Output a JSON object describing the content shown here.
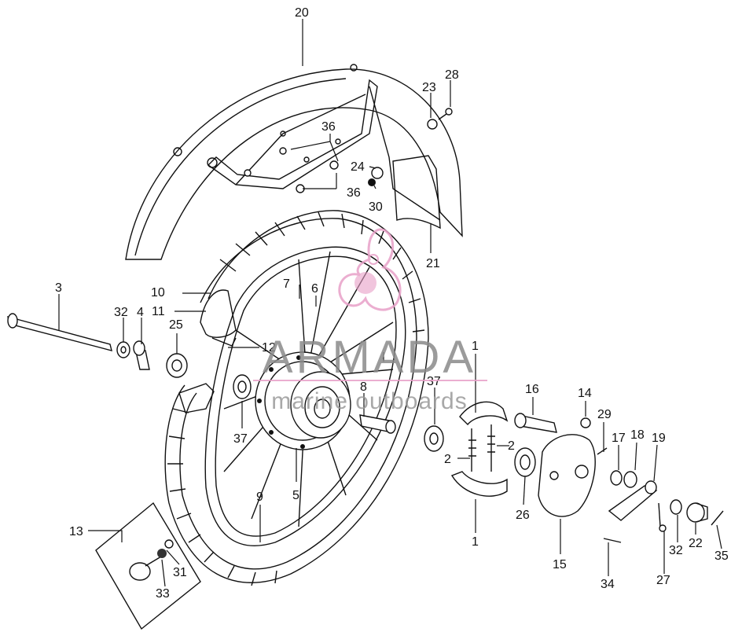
{
  "watermark": {
    "brand": "ARMADA",
    "tagline": "marine outboards",
    "brand_color": "#8a8a8a",
    "logo_color": "#e8a0c8"
  },
  "callouts": {
    "n1a": "1",
    "n1b": "1",
    "n2a": "2",
    "n2b": "2",
    "n3": "3",
    "n4": "4",
    "n5": "5",
    "n6": "6",
    "n7": "7",
    "n8": "8",
    "n9": "9",
    "n10": "10",
    "n11": "11",
    "n12": "12",
    "n13": "13",
    "n14": "14",
    "n15": "15",
    "n16": "16",
    "n17": "17",
    "n18": "18",
    "n19": "19",
    "n20": "20",
    "n21": "21",
    "n22": "22",
    "n23": "23",
    "n24": "24",
    "n25": "25",
    "n26": "26",
    "n27": "27",
    "n28": "28",
    "n29": "29",
    "n30": "30",
    "n31": "31",
    "n32a": "32",
    "n32b": "32",
    "n33": "33",
    "n34": "34",
    "n35": "35",
    "n36a": "36",
    "n36b": "36",
    "n37a": "37",
    "n37b": "37"
  }
}
